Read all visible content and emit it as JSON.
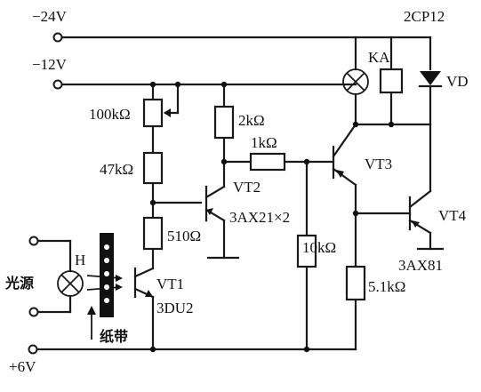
{
  "supplies": {
    "v24": "−24V",
    "v12": "−12V",
    "v6": "+6V"
  },
  "diode_part": "2CP12",
  "relay": "KA",
  "diode": "VD",
  "resistors": {
    "pot": "100kΩ",
    "r47k": "47kΩ",
    "r510": "510Ω",
    "r2k": "2kΩ",
    "r1k": "1kΩ",
    "r10k": "10kΩ",
    "r51k": "5.1kΩ"
  },
  "transistors": {
    "vt1": "VT1",
    "vt1_type": "3DU2",
    "vt2": "VT2",
    "vt2_type": "3AX21×2",
    "vt3": "VT3",
    "vt4": "VT4",
    "vt4_type": "3AX81"
  },
  "lamp": {
    "ref": "H",
    "label": "光源"
  },
  "tape_label": "纸带"
}
